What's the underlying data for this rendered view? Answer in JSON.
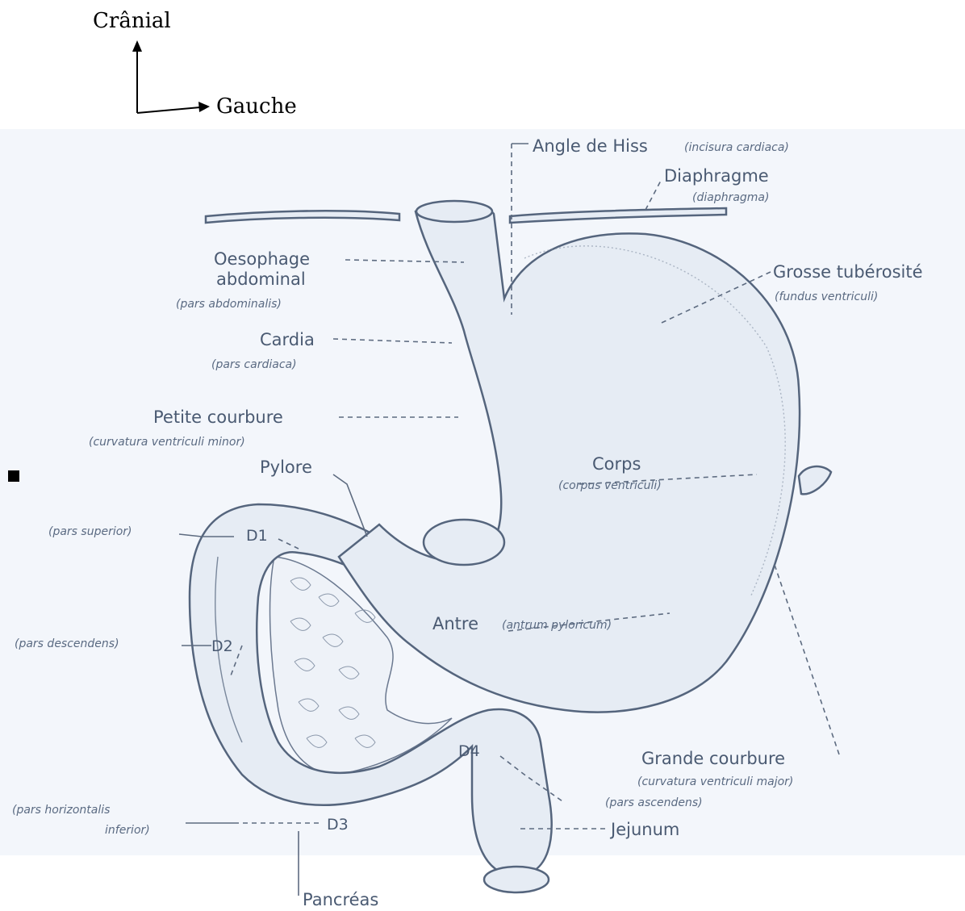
{
  "orientation": {
    "up_label": "Crânial",
    "right_label": "Gauche"
  },
  "labels": {
    "angle_his": "Angle de Hiss",
    "angle_his_latin": "(incisura cardiaca)",
    "diaphragme": "Diaphragme",
    "diaphragme_latin": "(diaphragma)",
    "oesophage_1": "Oesophage",
    "oesophage_2": "abdominal",
    "oesophage_latin": "(pars abdominalis)",
    "grosse_tuberosite": "Grosse tubérosité",
    "grosse_tuberosite_latin": "(fundus ventriculi)",
    "cardia": "Cardia",
    "cardia_latin": "(pars cardiaca)",
    "petite_courbure": "Petite courbure",
    "petite_courbure_latin": "(curvatura ventriculi minor)",
    "pylore": "Pylore",
    "corps": "Corps",
    "corps_latin": "(corpus ventriculi)",
    "pars_superior": "(pars superior)",
    "d1": "D1",
    "pars_descendens": "(pars descendens)",
    "d2": "D2",
    "antre": "Antre",
    "antre_latin": "(antrum pyloricum)",
    "d4": "D4",
    "grande_courbure": "Grande courbure",
    "grande_courbure_latin": "(curvatura ventriculi major)",
    "pars_ascendens": "(pars ascendens)",
    "pars_horizontalis_1": "(pars horizontalis",
    "pars_horizontalis_2": "inferior)",
    "d3": "D3",
    "jejunum": "Jejunum",
    "pancreas": "Pancréas"
  }
}
